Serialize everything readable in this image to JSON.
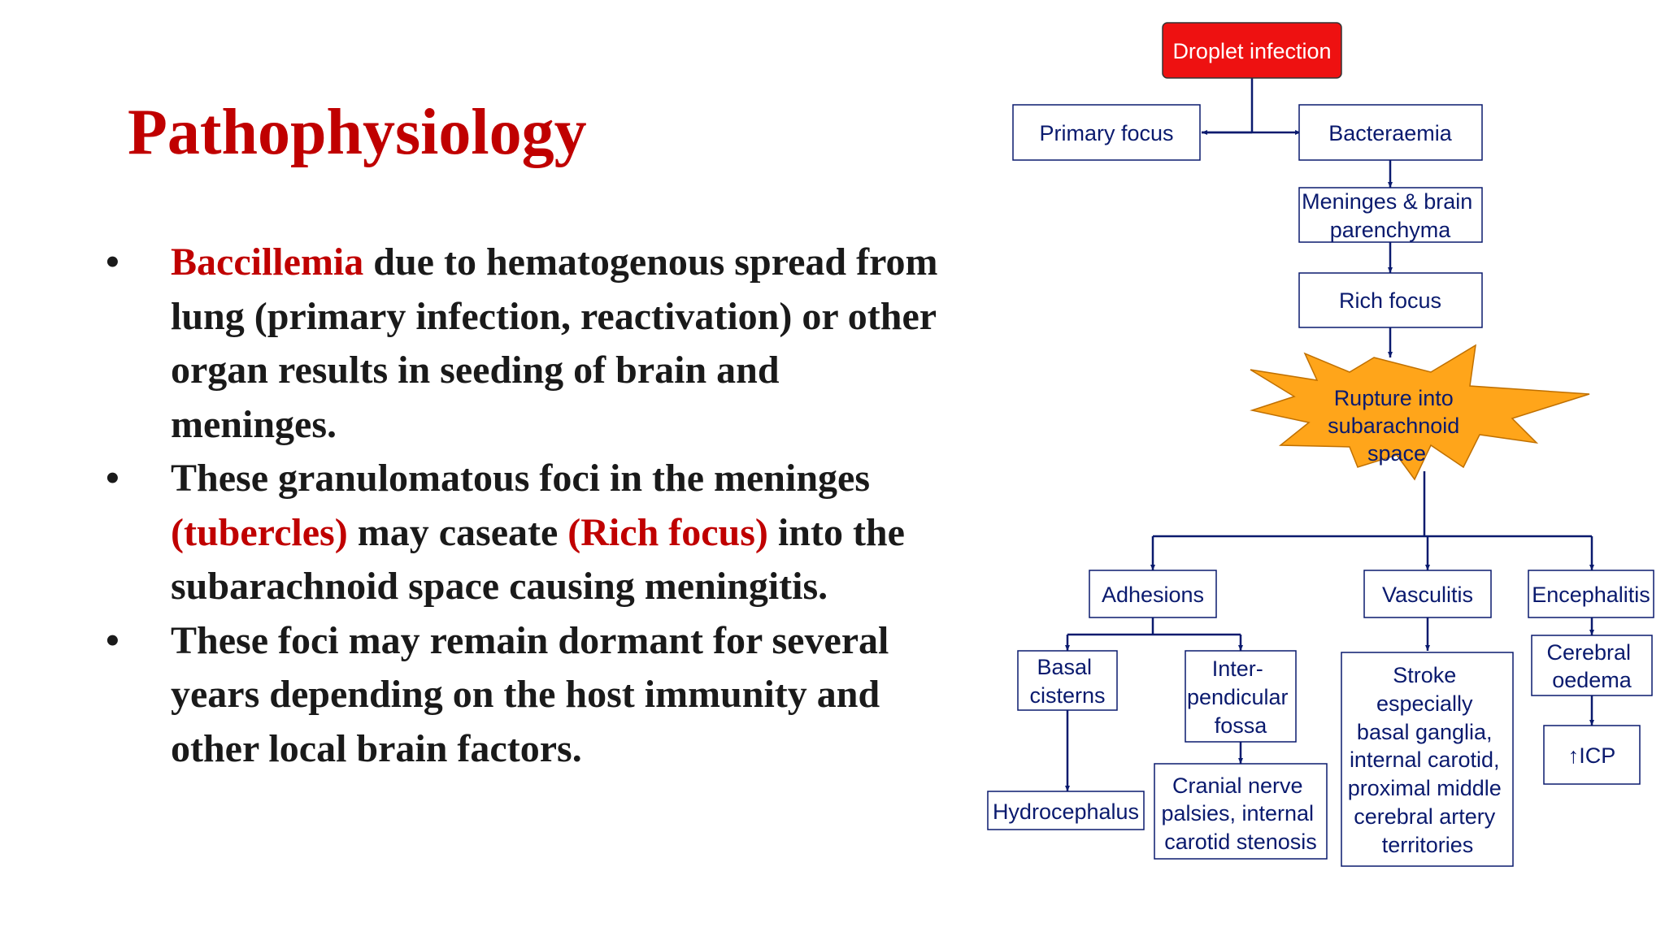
{
  "slide": {
    "title": "Pathophysiology",
    "bullets": [
      {
        "segments": [
          {
            "text": "Baccillemia",
            "highlight": true
          },
          {
            "text": " due to hematogenous spread from lung (primary infection, reactivation) or other organ results in seeding of brain and meninges.",
            "highlight": false
          }
        ]
      },
      {
        "segments": [
          {
            "text": "These granulomatous foci in the meninges ",
            "highlight": false
          },
          {
            "text": "(tubercles)",
            "highlight": true
          },
          {
            "text": " may caseate ",
            "highlight": false
          },
          {
            "text": "(Rich focus)",
            "highlight": true
          },
          {
            "text": " into the subarachnoid space causing meningitis.",
            "highlight": false
          }
        ]
      },
      {
        "segments": [
          {
            "text": "These foci may remain dormant for several years depending on the host immunity and other local brain factors.",
            "highlight": false
          }
        ]
      }
    ],
    "bullet_symbol": "•",
    "colors": {
      "accent_red": "#c00000",
      "body_text": "#1a1a1a",
      "node_text": "#0a1a6e",
      "droplet_fill": "#ee1111",
      "burst_fill": "#ffa51a"
    }
  },
  "flowchart": {
    "droplet": [
      "Droplet infection"
    ],
    "primary_focus": [
      "Primary focus"
    ],
    "bacteraemia": [
      "Bacteraemia"
    ],
    "meninges_brain": [
      "Meninges & brain",
      "parenchyma"
    ],
    "rich_focus": [
      "Rich focus"
    ],
    "rupture": [
      "Rupture into",
      "subarachnoid",
      "space"
    ],
    "adhesions": [
      "Adhesions"
    ],
    "vasculitis": [
      "Vasculitis"
    ],
    "encephalitis": [
      "Encephalitis"
    ],
    "basal_cisterns": [
      "Basal",
      "cisterns"
    ],
    "interpeduncular": [
      "Inter-",
      "pendicular",
      "fossa"
    ],
    "stroke": [
      "Stroke",
      "especially",
      "basal ganglia,",
      "internal carotid,",
      "proximal middle",
      "cerebral artery",
      "territories"
    ],
    "cerebral_oedema": [
      "Cerebral",
      "oedema"
    ],
    "icp": [
      "↑ICP"
    ],
    "hydrocephalus": [
      "Hydrocephalus"
    ],
    "cranial_nerve": [
      "Cranial nerve",
      "palsies, internal",
      "carotid stenosis"
    ]
  }
}
